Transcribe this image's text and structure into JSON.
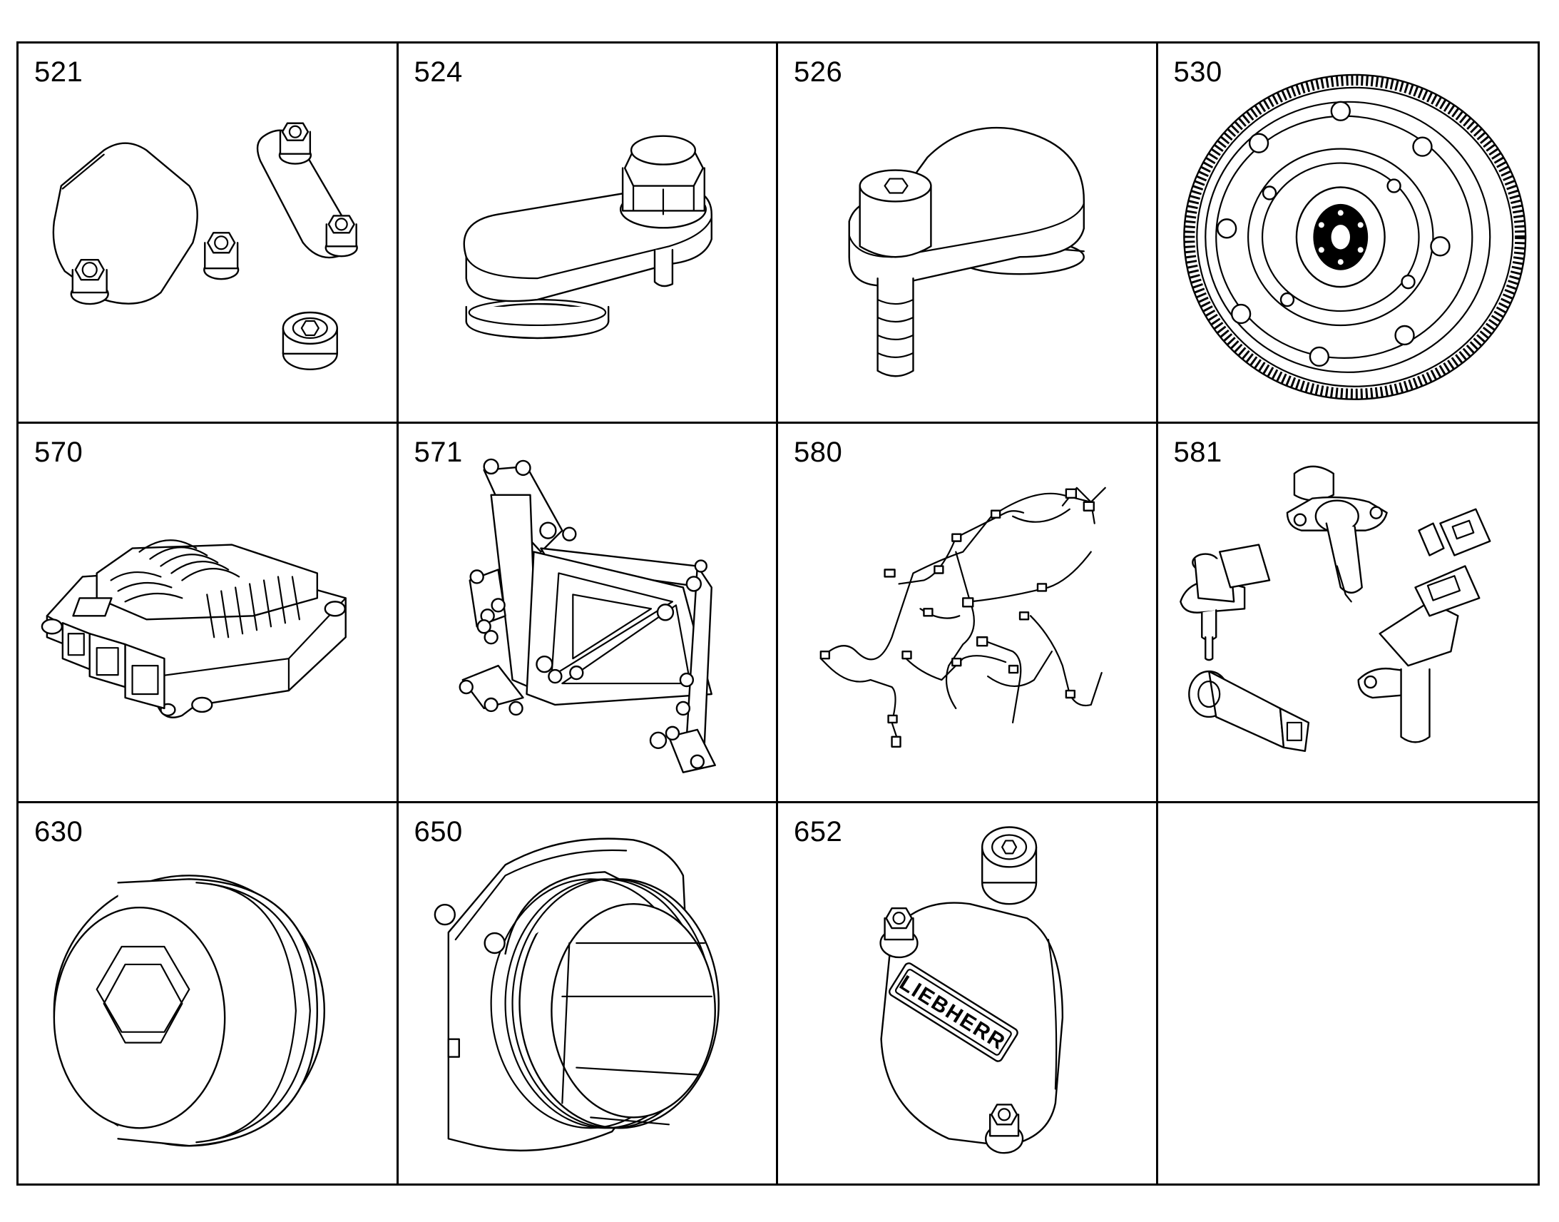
{
  "parts": [
    {
      "number": "521",
      "icon": "cover-plate-with-bolts-and-plug-icon"
    },
    {
      "number": "524",
      "icon": "cover-with-bolt-icon"
    },
    {
      "number": "526",
      "icon": "cover-with-socket-screw-icon"
    },
    {
      "number": "530",
      "icon": "flywheel-icon"
    },
    {
      "number": "570",
      "icon": "control-unit-icon"
    },
    {
      "number": "571",
      "icon": "mounting-bracket-icon"
    },
    {
      "number": "580",
      "icon": "wiring-harness-icon"
    },
    {
      "number": "581",
      "icon": "sensors-icon"
    },
    {
      "number": "630",
      "icon": "screw-plug-icon"
    },
    {
      "number": "650",
      "icon": "housing-flange-icon"
    },
    {
      "number": "652",
      "icon": "cover-with-logo-icon"
    },
    {
      "number": "",
      "icon": ""
    }
  ],
  "logo_text": "LIEBHERR"
}
